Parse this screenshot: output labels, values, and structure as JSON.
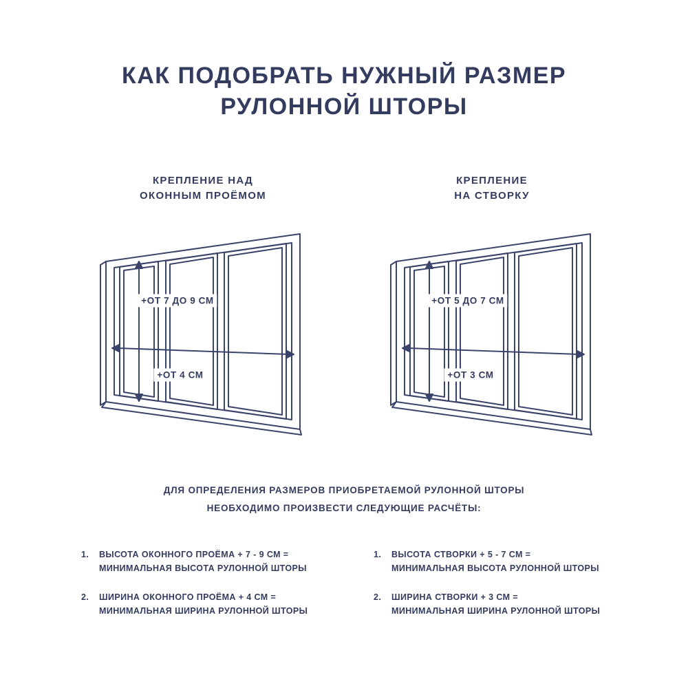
{
  "accent_color": "#333c5f",
  "title": {
    "line1": "КАК ПОДОБРАТЬ НУЖНЫЙ РАЗМЕР",
    "line2": "РУЛОННОЙ ШТОРЫ"
  },
  "sections": {
    "left": {
      "heading_line1": "КРЕПЛЕНИЕ НАД",
      "heading_line2": "ОКОННЫМ ПРОЁМОМ",
      "height_label": "+ОТ 7 ДО 9 СМ",
      "width_label": "+ОТ 4 СМ"
    },
    "right": {
      "heading_line1": "КРЕПЛЕНИЕ",
      "heading_line2": "НА СТВОРКУ",
      "height_label": "+ОТ 5 ДО 7 СМ",
      "width_label": "+ОТ 3 СМ"
    }
  },
  "intro": {
    "line1": "ДЛЯ ОПРЕДЕЛЕНИЯ РАЗМЕРОВ ПРИОБРЕТАЕМОЙ РУЛОННОЙ ШТОРЫ",
    "line2": "НЕОБХОДИМО ПРОИЗВЕСТИ СЛЕДУЮЩИЕ РАСЧЁТЫ:"
  },
  "calculations": {
    "left": [
      {
        "num": "1.",
        "line1": "ВЫСОТА ОКОННОГО ПРОЁМА + 7 - 9 СМ =",
        "line2": "МИНИМАЛЬНАЯ ВЫСОТА РУЛОННОЙ ШТОРЫ"
      },
      {
        "num": "2.",
        "line1": "ШИРИНА ОКОННОГО ПРОЁМА + 4 СМ =",
        "line2": "МИНИМАЛЬНАЯ ШИРИНА РУЛОННОЙ ШТОРЫ"
      }
    ],
    "right": [
      {
        "num": "1.",
        "line1": "ВЫСОТА СТВОРКИ + 5 - 7 СМ =",
        "line2": "МИНИМАЛЬНАЯ ВЫСОТА РУЛОННОЙ ШТОРЫ"
      },
      {
        "num": "2.",
        "line1": "ШИРИНА СТВОРКИ + 3 СМ =",
        "line2": "МИНИМАЛЬНАЯ ШИРИНА РУЛОННОЙ ШТОРЫ"
      }
    ]
  }
}
